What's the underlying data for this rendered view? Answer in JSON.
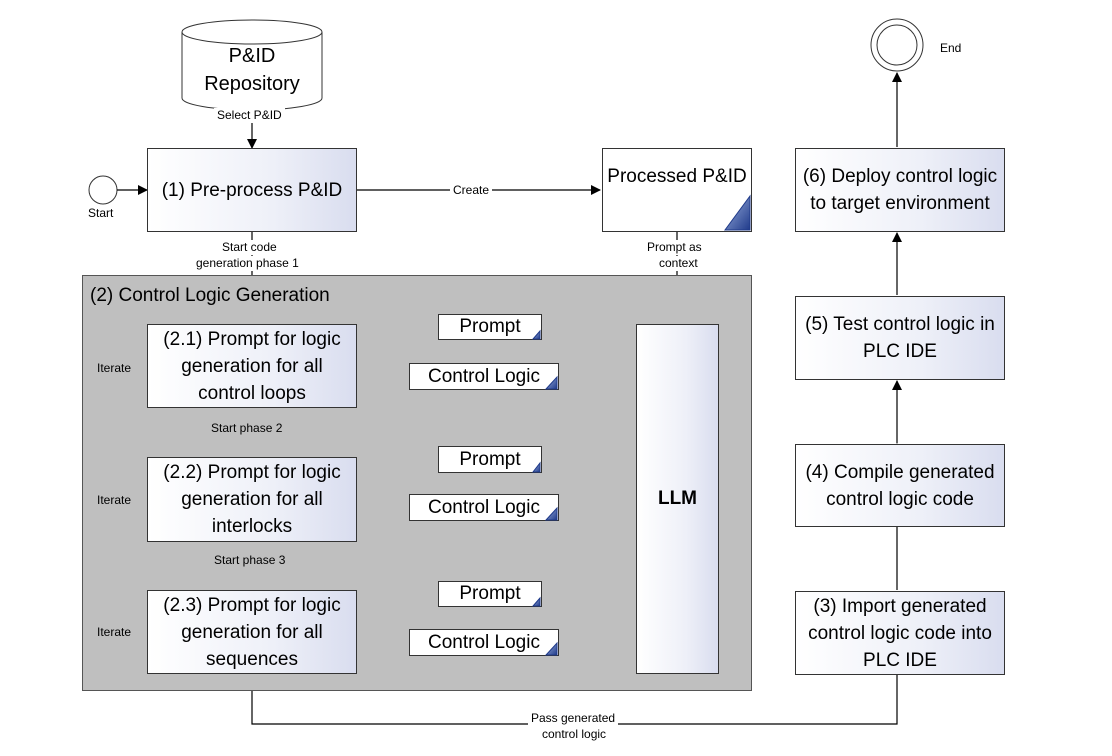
{
  "repository": {
    "label": "P&ID Repository"
  },
  "start": {
    "label": "Start"
  },
  "end": {
    "label": "End"
  },
  "step1": {
    "label": "(1) Pre-process P&ID"
  },
  "processed": {
    "label": "Processed P&ID"
  },
  "group": {
    "title": "(2) Control Logic Generation"
  },
  "step2_1": {
    "label": "(2.1) Prompt for logic generation for all control loops"
  },
  "step2_2": {
    "label": "(2.2) Prompt for logic generation for all interlocks"
  },
  "step2_3": {
    "label": "(2.3) Prompt for logic generation for all sequences"
  },
  "llm": {
    "label": "LLM"
  },
  "messages": {
    "prompt": "Prompt",
    "control_logic": "Control Logic"
  },
  "step3": {
    "label": "(3) Import generated control logic code into PLC IDE"
  },
  "step4": {
    "label": "(4) Compile generated control logic code"
  },
  "step5": {
    "label": "(5) Test control logic in PLC IDE"
  },
  "step6": {
    "label": "(6) Deploy control logic to target environment"
  },
  "edges": {
    "select_pid": "Select P&ID",
    "create": "Create",
    "start_phase1_line1": "Start code",
    "start_phase1_line2": "generation phase 1",
    "prompt_context_line1": "Prompt as",
    "prompt_context_line2": "context",
    "start_phase2": "Start phase 2",
    "start_phase3": "Start phase 3",
    "iterate": "Iterate",
    "pass_line1": "Pass generated",
    "pass_line2": "control logic"
  }
}
